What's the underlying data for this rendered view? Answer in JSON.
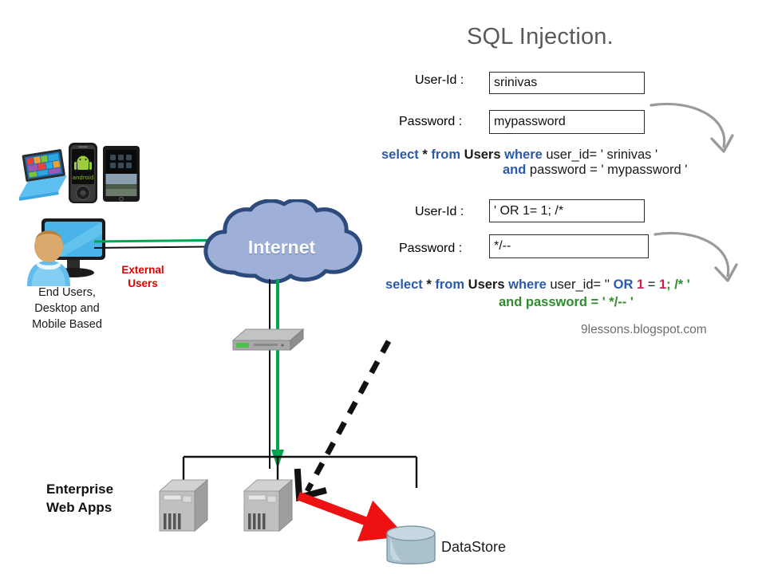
{
  "page": {
    "title": "SQL Injection.",
    "watermark": "9lessons.blogspot.com",
    "background": "#ffffff"
  },
  "colors": {
    "title_gray": "#5a5a5a",
    "sql_keyword_blue": "#2b5aa8",
    "sql_keyword_green": "#2e8b2e",
    "sql_number_red": "#cc1f4a",
    "external_users_red": "#e00000",
    "cloud_fill": "#9fb0d8",
    "cloud_stroke": "#2c4a7c",
    "arrow_green": "#00a550",
    "arrow_red": "#ee1111",
    "arrow_black": "#111111",
    "curved_arrow_gray": "#9a9a9a",
    "server_gray": "#b9b9b9",
    "datastore_blue": "#a9c2cd"
  },
  "form_normal": {
    "caption": "normal-login",
    "fields": [
      {
        "label": "User-Id :",
        "value": "srinivas"
      },
      {
        "label": "Password :",
        "value": "mypassword"
      }
    ]
  },
  "form_injected": {
    "caption": "injected-login",
    "fields": [
      {
        "label": "User-Id :",
        "value": "' OR 1= 1; /*"
      },
      {
        "label": "Password :",
        "value": "*/--"
      }
    ]
  },
  "sql_normal": {
    "line1": {
      "select": "select",
      "star": " * ",
      "from": "from",
      "table": " Users ",
      "where": "where",
      "rest": " user_id= ' srinivas '"
    },
    "line2": {
      "and": "and",
      "rest": " password = ' mypassword '"
    },
    "full_text": "select * from Users where user_id= ' srinivas ' and password = ' mypassword '"
  },
  "sql_injected": {
    "line1": {
      "select": "select",
      "star": " * ",
      "from": "from",
      "table": " Users ",
      "where": "where",
      "mid": " user_id= '' ",
      "or": "OR",
      "one_a": " 1 ",
      "eq": "= ",
      "one_b": "1",
      "tail": "; /* '"
    },
    "line2": {
      "and": "and",
      "password": " password ",
      "rest": "= ' */-- '"
    },
    "full_text": "select * from Users where user_id= '' OR 1 = 1; /* ' and password = ' */-- '"
  },
  "diagram": {
    "internet_label": "Internet",
    "end_users_label": "End Users,\nDesktop and\nMobile Based",
    "end_users_line1": "End Users,",
    "end_users_line2": "Desktop and",
    "end_users_line3": "Mobile Based",
    "external_users_line1": "External",
    "external_users_line2": "Users",
    "enterprise_line1": "Enterprise",
    "enterprise_line2": "Web Apps",
    "datastore_label": "DataStore",
    "devices": [
      "surface-tablet",
      "android-phone",
      "ipad-tablet"
    ],
    "nodes": [
      "end-user-workstation",
      "internet-cloud",
      "network-switch",
      "web-server-1",
      "web-server-2",
      "datastore-cylinder"
    ],
    "flows": [
      {
        "name": "external-user-link",
        "color": "#00a550",
        "style": "solid"
      },
      {
        "name": "normal-request-flow",
        "color": "#00a550",
        "style": "arrow-down"
      },
      {
        "name": "attacker-injection-flow",
        "color": "#111111",
        "style": "dashed-arrow"
      },
      {
        "name": "database-access-flow",
        "color": "#ee1111",
        "style": "thick-arrow"
      }
    ]
  }
}
